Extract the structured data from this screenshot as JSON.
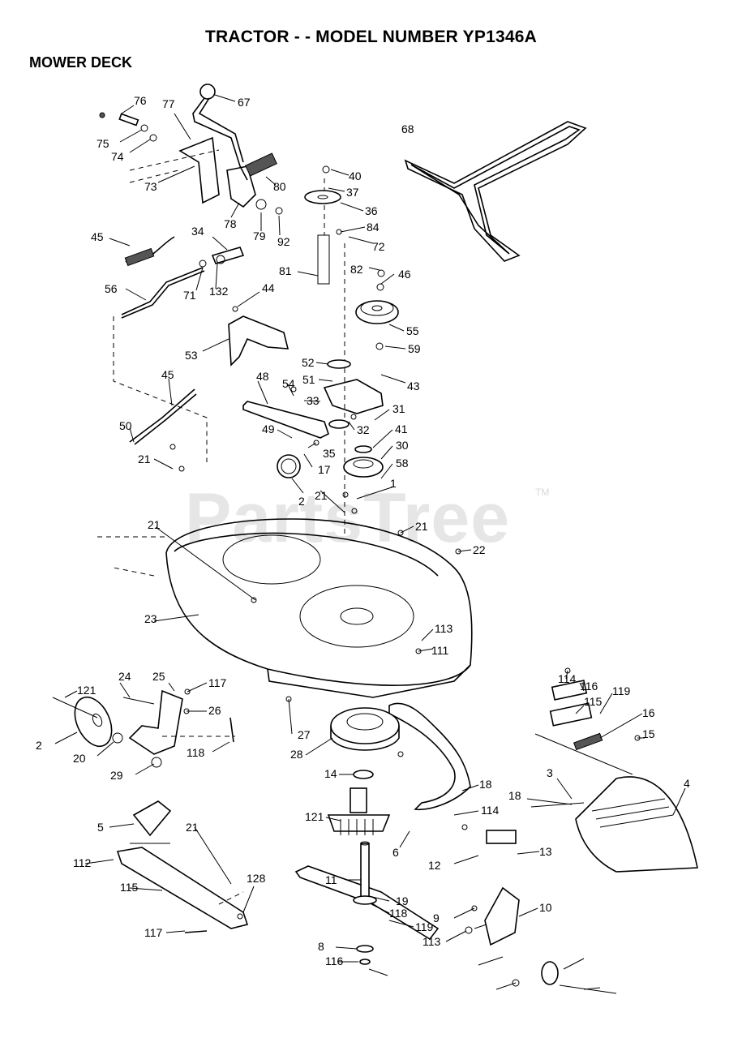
{
  "title": "TRACTOR - - MODEL NUMBER YP1346A",
  "section": "MOWER DECK",
  "watermark": "PartsTree",
  "watermark_tm": "TM",
  "callouts": [
    "76",
    "77",
    "67",
    "68",
    "75",
    "74",
    "40",
    "37",
    "36",
    "80",
    "73",
    "78",
    "79",
    "92",
    "84",
    "72",
    "45",
    "34",
    "81",
    "82",
    "46",
    "71",
    "132",
    "44",
    "56",
    "55",
    "59",
    "53",
    "52",
    "51",
    "43",
    "48",
    "54",
    "33",
    "45",
    "49",
    "32",
    "31",
    "41",
    "50",
    "35",
    "30",
    "58",
    "21",
    "17",
    "21",
    "1",
    "2",
    "21",
    "21",
    "22",
    "23",
    "113",
    "111",
    "114",
    "116",
    "115",
    "24",
    "25",
    "117",
    "121",
    "26",
    "119",
    "16",
    "2",
    "118",
    "15",
    "20",
    "28",
    "27",
    "29",
    "14",
    "18",
    "3",
    "4",
    "18",
    "121",
    "114",
    "5",
    "21",
    "6",
    "13",
    "12",
    "112",
    "128",
    "115",
    "11",
    "19",
    "10",
    "118",
    "9",
    "119",
    "117",
    "8",
    "113",
    "116"
  ]
}
